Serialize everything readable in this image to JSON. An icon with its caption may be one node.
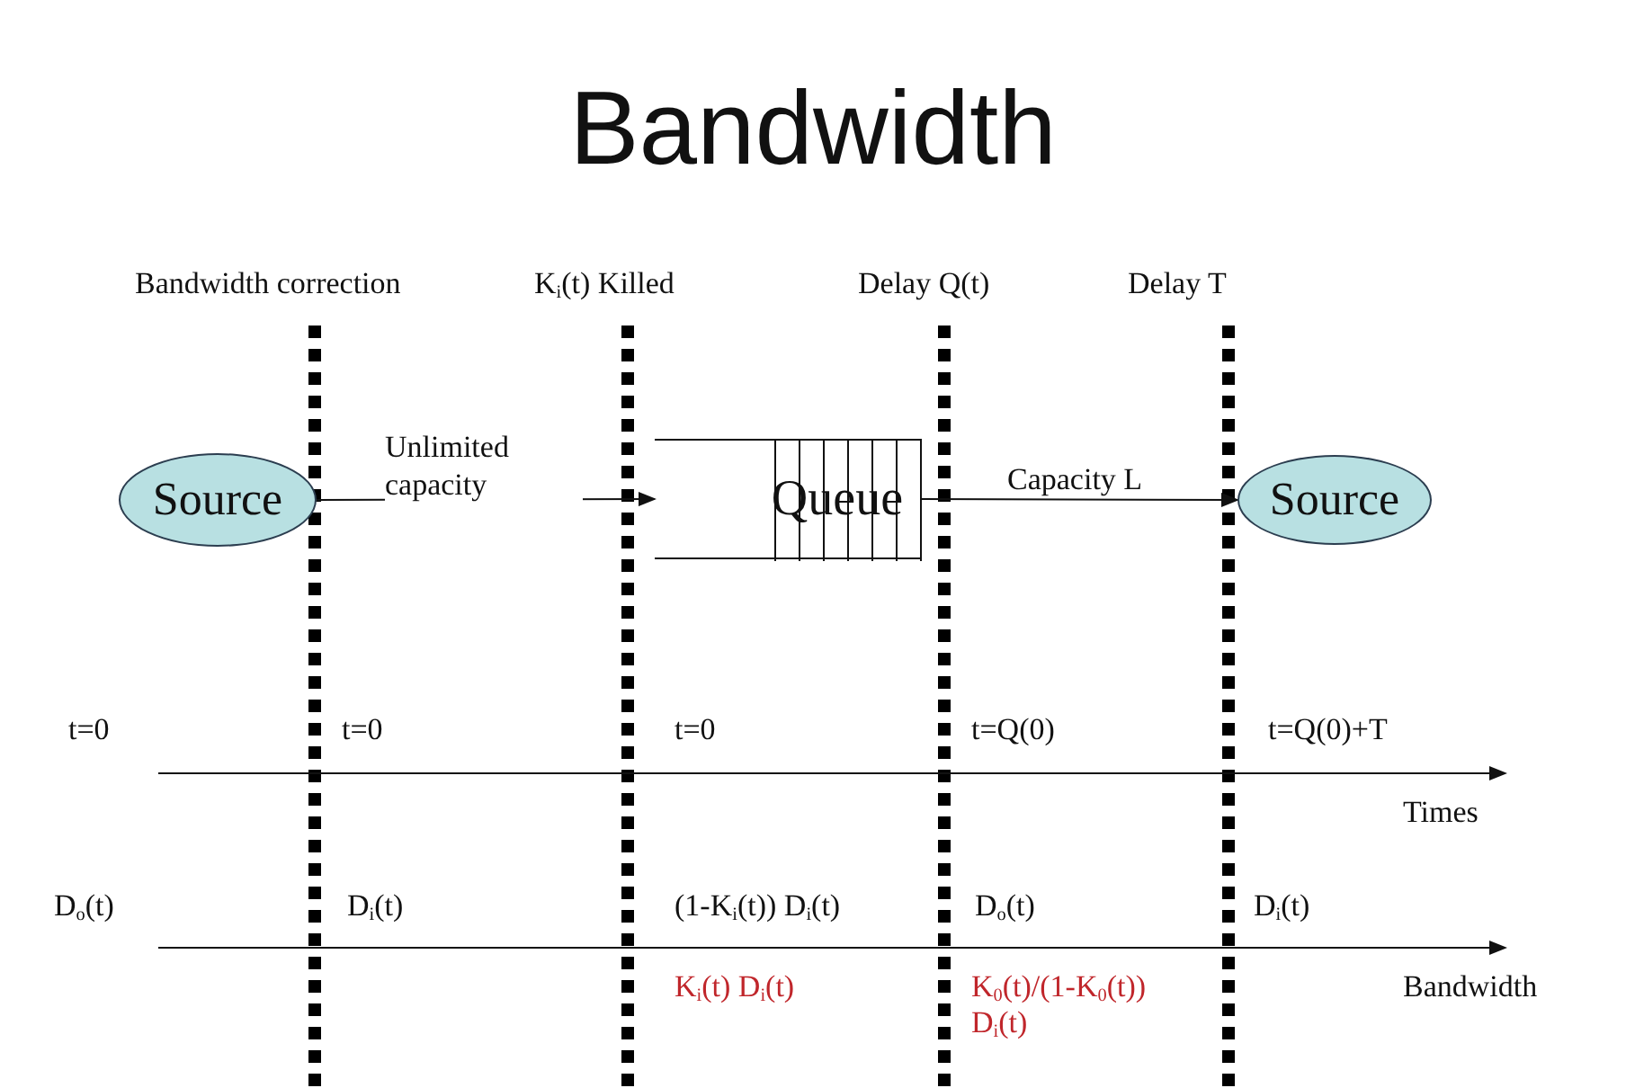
{
  "diagram": {
    "title": "Bandwidth",
    "nodes": [
      {
        "text": [
          "Source"
        ]
      },
      {
        "text": [
          "Queue"
        ]
      },
      {
        "text": [
          "Source"
        ]
      }
    ],
    "edges": [
      {
        "from": 0,
        "to": 1,
        "arrow": "to",
        "label": "Unlimited capacity"
      },
      {
        "from": 1,
        "to": 2,
        "arrow": "to",
        "label": "Capacity L"
      }
    ],
    "labels": [
      "Bandwidth correction",
      "K$_{i}$(t) Killed",
      "Delay Q(t)",
      "Delay T",
      "t=0",
      "t=0",
      "t=0",
      "t=Q(0)",
      "t=Q(0)+T",
      "Times",
      "D$_{o}$(t)",
      "D$_{i}$(t)",
      "(1-K$_{i}$(t)) D$_{i}$(t)",
      "D$_{o}$(t)",
      "D$_{i}$(t)",
      "K$_{i}$(t) D$_{i}$(t)",
      "K$_{0}$(t)/(1-K$_{0}$(t)) D$_{i}$(t)",
      "Bandwidth"
    ]
  }
}
